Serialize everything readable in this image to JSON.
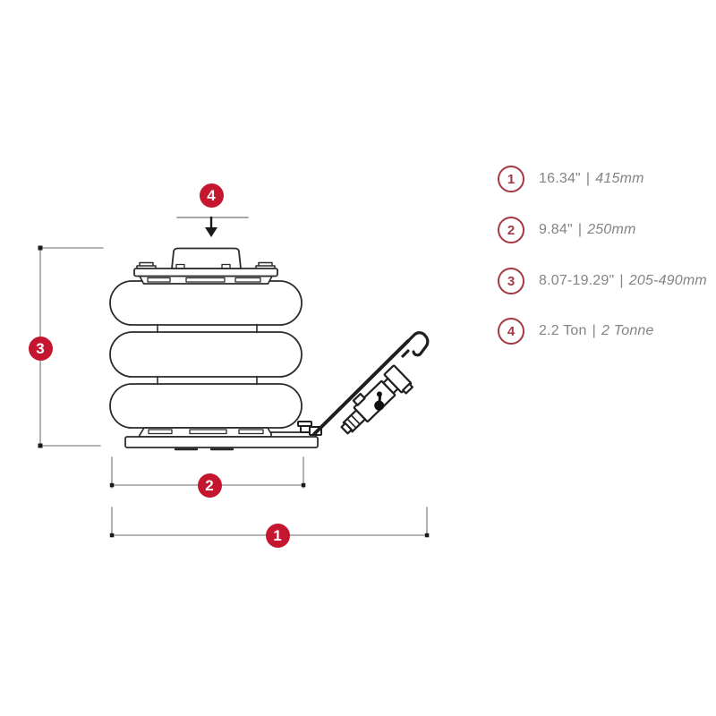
{
  "colors": {
    "badge_red": "#C4172F",
    "legend_red": "#A63843",
    "text_gray": "#848484",
    "outline_dark": "#2B2B2B",
    "dimension_gray": "#9B9B9B"
  },
  "diagram": {
    "callouts": [
      {
        "number": "1"
      },
      {
        "number": "2"
      },
      {
        "number": "3"
      },
      {
        "number": "4"
      }
    ]
  },
  "legend": {
    "separator": "|",
    "items": [
      {
        "number": "1",
        "imperial": "16.34\"",
        "metric": "415mm"
      },
      {
        "number": "2",
        "imperial": "9.84\"",
        "metric": "250mm"
      },
      {
        "number": "3",
        "imperial": "8.07-19.29\"",
        "metric": "205-490mm"
      },
      {
        "number": "4",
        "imperial": "2.2 Ton",
        "metric": "2 Tonne"
      }
    ]
  }
}
